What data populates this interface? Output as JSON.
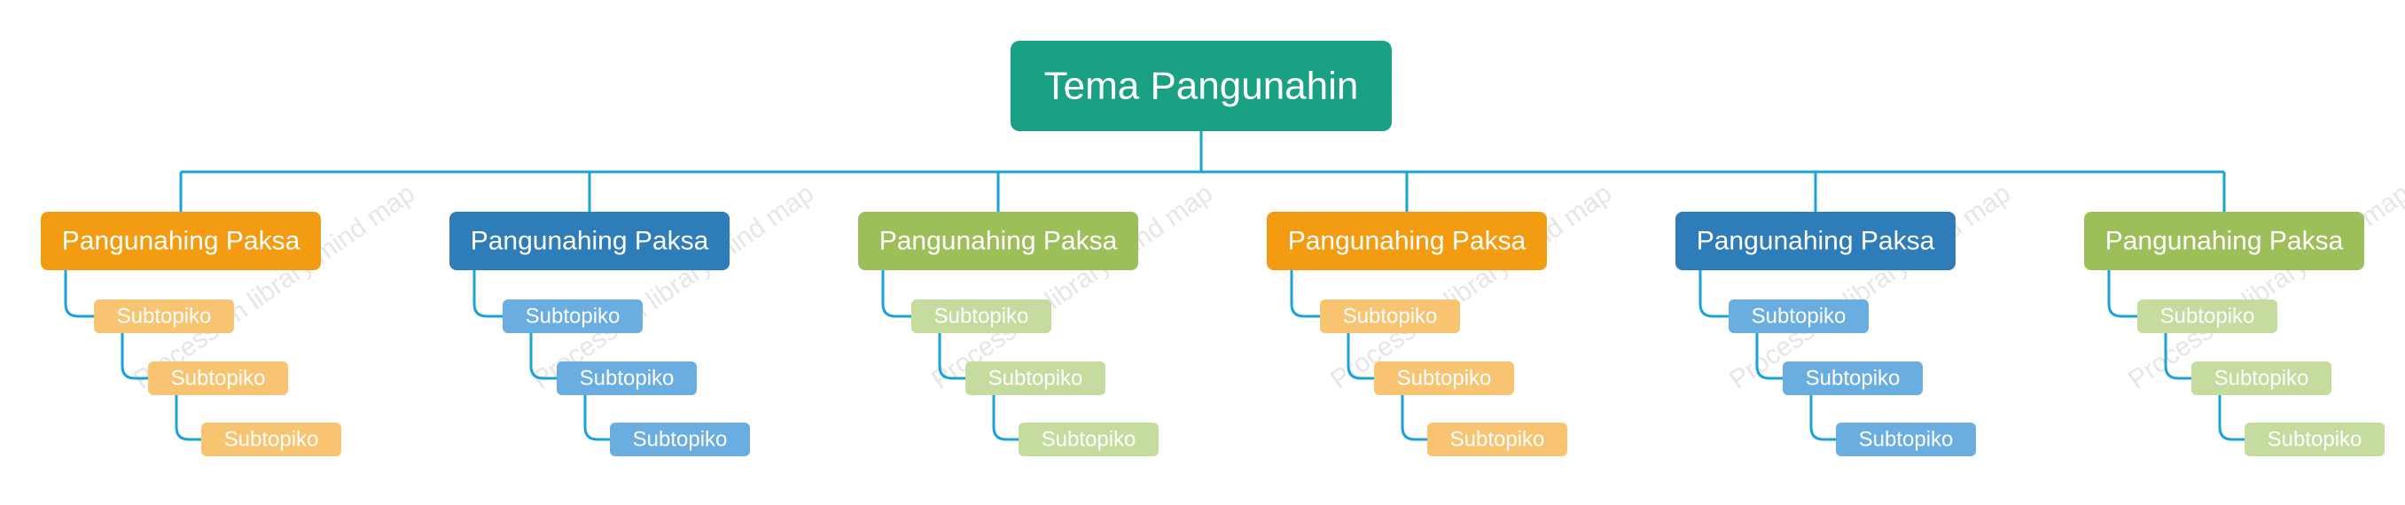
{
  "colors": {
    "root": "#1aa082",
    "connector": "#1aa3d9",
    "branch_palette": [
      {
        "main": "#f39c12",
        "sub": "#f8c471"
      },
      {
        "main": "#2e7cb8",
        "sub": "#6aade0"
      },
      {
        "main": "#9cbf59",
        "sub": "#c5dc9e"
      }
    ]
  },
  "root": {
    "label": "Tema Pangunahin"
  },
  "branches": [
    {
      "label": "Pangunahing Paksa",
      "color_index": 0,
      "subtopics": [
        "Subtopiko",
        "Subtopiko",
        "Subtopiko"
      ]
    },
    {
      "label": "Pangunahing Paksa",
      "color_index": 1,
      "subtopics": [
        "Subtopiko",
        "Subtopiko",
        "Subtopiko"
      ]
    },
    {
      "label": "Pangunahing Paksa",
      "color_index": 2,
      "subtopics": [
        "Subtopiko",
        "Subtopiko",
        "Subtopiko"
      ]
    },
    {
      "label": "Pangunahing Paksa",
      "color_index": 0,
      "subtopics": [
        "Subtopiko",
        "Subtopiko",
        "Subtopiko"
      ]
    },
    {
      "label": "Pangunahing Paksa",
      "color_index": 1,
      "subtopics": [
        "Subtopiko",
        "Subtopiko",
        "Subtopiko"
      ]
    },
    {
      "label": "Pangunahing Paksa",
      "color_index": 2,
      "subtopics": [
        "Subtopiko",
        "Subtopiko",
        "Subtopiko"
      ]
    }
  ],
  "watermark": "ProcessOn library mind map"
}
